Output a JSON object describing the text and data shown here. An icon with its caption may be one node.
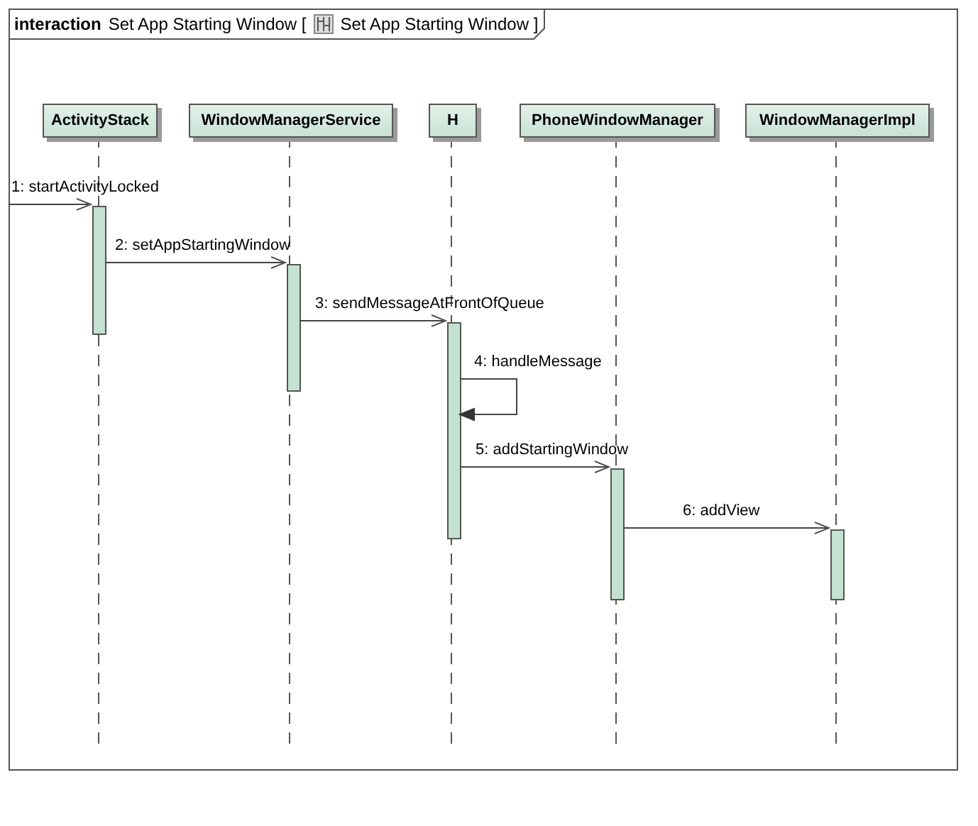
{
  "diagram": {
    "nodes": [
      {
        "text": [
          "interaction",
          "Set App Starting Window [",
          "Set App Starting Window ]"
        ]
      },
      {
        "text": [
          "ActivityStack"
        ],
        "in": 0
      },
      {
        "text": [
          "WindowManagerService"
        ],
        "in": 0
      },
      {
        "text": [
          "H"
        ],
        "in": 0
      },
      {
        "text": [
          "PhoneWindowManager"
        ],
        "in": 0
      },
      {
        "text": [
          "WindowManagerImpl"
        ],
        "in": 0
      },
      {
        "text": [],
        "shape": "bar",
        "in": 0
      },
      {
        "text": [],
        "shape": "bar",
        "in": 0
      },
      {
        "text": [],
        "shape": "bar",
        "in": 0
      },
      {
        "text": [],
        "shape": "bar",
        "in": 0
      },
      {
        "text": [],
        "shape": "bar",
        "in": 0
      }
    ],
    "edges": [
      {
        "from": null,
        "to": 6,
        "arrow": "to",
        "label": "1: startActivityLocked"
      },
      {
        "from": 6,
        "to": 7,
        "arrow": "to",
        "label": "2: setAppStartingWindow"
      },
      {
        "from": 7,
        "to": 8,
        "arrow": "to",
        "label": "3: sendMessageAtFrontOfQueue"
      },
      {
        "from": 8,
        "to": 8,
        "arrow": "to",
        "label": "4: handleMessage"
      },
      {
        "from": 8,
        "to": 9,
        "arrow": "to",
        "label": "5: addStartingWindow"
      },
      {
        "from": 9,
        "to": 10,
        "arrow": "to",
        "label": "6: addView"
      }
    ]
  }
}
